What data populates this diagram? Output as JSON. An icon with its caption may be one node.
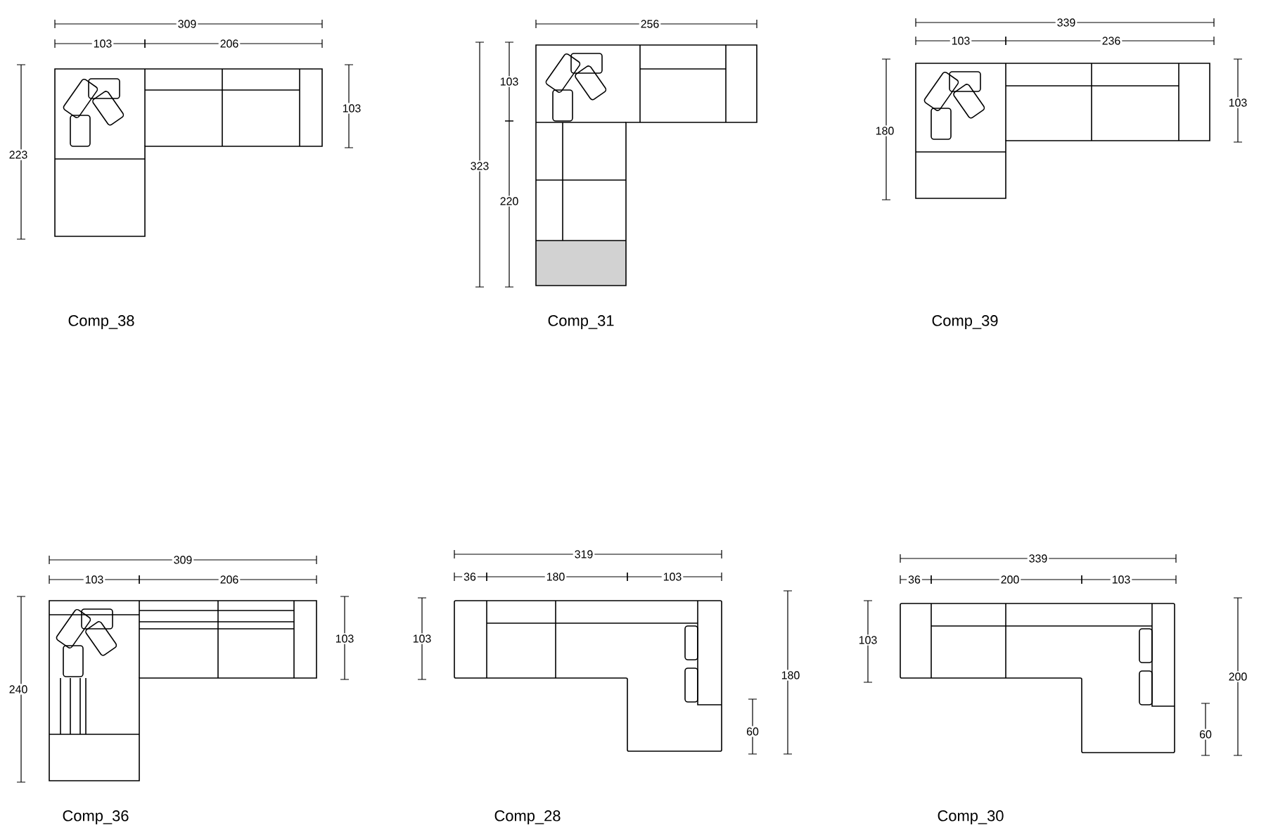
{
  "diagram": {
    "labels": [
      "309",
      "103",
      "206",
      "223",
      "103",
      "Comp_38",
      "256",
      "323",
      "103",
      "220",
      "Comp_31",
      "339",
      "103",
      "236",
      "180",
      "103",
      "Comp_39",
      "309",
      "103",
      "206",
      "240",
      "103",
      "Comp_36",
      "319",
      "36",
      "180",
      "103",
      "103",
      "180",
      "60",
      "Comp_28",
      "339",
      "36",
      "200",
      "103",
      "103",
      "200",
      "60",
      "Comp_30"
    ]
  }
}
